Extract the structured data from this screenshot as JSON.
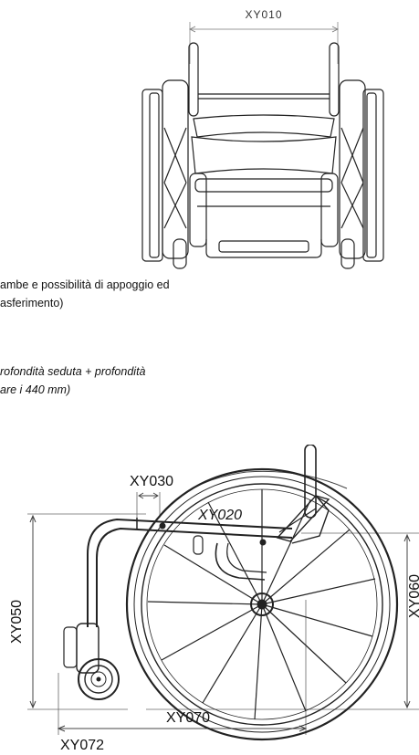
{
  "front_view": {
    "label": "XY010"
  },
  "text": {
    "line1": "ambe e possibilità di appoggio ed",
    "line2": "asferimento)",
    "italic_line1": "rofondità seduta + profondità",
    "italic_line2": "are i 440 mm)"
  },
  "side_view": {
    "labels": {
      "xy030": "XY030",
      "xy020": "XY020",
      "xy050": "XY050",
      "xy060": "XY060",
      "xy070": "XY070",
      "xy072": "XY072"
    }
  }
}
